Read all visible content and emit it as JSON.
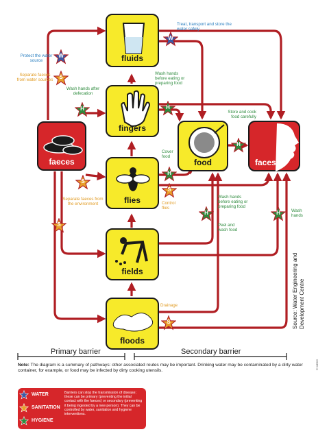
{
  "nodes": {
    "fluids": "fluids",
    "fingers": "fingers",
    "faeces": "faeces",
    "food": "food",
    "faces": "faces",
    "flies": "flies",
    "fields": "fields",
    "floods": "floods"
  },
  "barrier_labels": {
    "treat_transport": "Treat, transport and store the water safely",
    "protect_water_source": "Protect the water source",
    "separate_faeces_water": "Separate faeces from water sources",
    "wash_hands_defecation": "Wash hands after defecation",
    "wash_hands_food": "Wash hands before eating or preparing food",
    "store_cook": "Store and cook food carefully",
    "cover_food": "Cover food",
    "separate_faeces_env": "Separate faeces from the environment",
    "control_flies": "Control flies",
    "wash_hands_food_2": "Wash hands before eating or preparing food",
    "peel_wash": "Peel and wash food",
    "wash_hands": "Wash hands",
    "drainage": "Drainage"
  },
  "barriers": {
    "primary": "Primary barrier",
    "secondary": "Secondary barrier"
  },
  "note": {
    "lead": "Note:",
    "text": "The diagram is a summary of pathways: other associated routes may be important. Drinking water may be contaminated by a dirty water container, for example, or food may be infected by dirty cooking utensils."
  },
  "legend": {
    "water": "WATER",
    "sanitation": "SANITATION",
    "hygiene": "HYGIENE",
    "description": "Barriers can stop the transmission of disease; these can be primary (preventing the initial contact with the faeces) or secondary (preventing it being ingested by a new person). They can be controlled by water, sanitation and hygiene interventions."
  },
  "source": "Source: Water Engineering and Development Centre",
  "copyright": "© WEDC",
  "star_letters": {
    "water": "W",
    "sanitation": "S",
    "hygiene": "H"
  },
  "colors": {
    "node_yellow": "#f7ea2a",
    "arrow_red": "#b01e23",
    "faeces_red": "#d6262a",
    "water_star": "#3b5aa6",
    "sanitation_star": "#e8a02a",
    "hygiene_star": "#2e8b3e",
    "water_text": "#2a7fc0",
    "sanitation_text": "#e09a20",
    "hygiene_text": "#2e8b3e"
  }
}
